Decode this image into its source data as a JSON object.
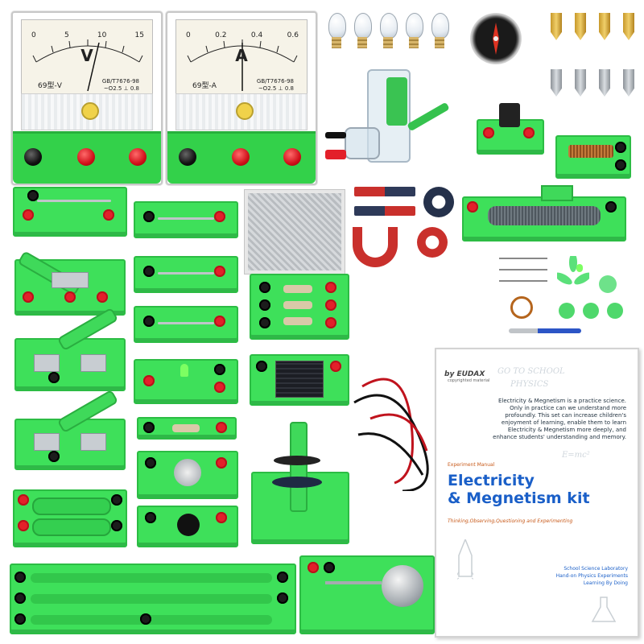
{
  "voltmeter": {
    "symbol": "V",
    "scale": [
      "0",
      "5",
      "10",
      "15"
    ],
    "type_label": "69型-V",
    "standard": "GB/T7676-98",
    "standard_sub": "~O2.5 ⊥ 0.8"
  },
  "ammeter": {
    "symbol": "A",
    "scale": [
      "0",
      "0.2",
      "0.4",
      "0.6"
    ],
    "type_label": "69型-A",
    "standard": "GB/T7676-98",
    "standard_sub": "~O2.5 ⊥ 0.8"
  },
  "manual": {
    "brand": "by EUDAX",
    "brand_sub": "copyrighted material",
    "intro": "Electricity & Megnetism is a practice science. Only in practice can we understand more profoundly. This set can increase children's enjoyment of learning, enable them to learn Electricity & Megnetism more deeply, and enhance students' understanding and memory.",
    "kicker": "Experiment Manual",
    "title_line1": "Electricity",
    "title_line2": "& Megnetism kit",
    "tagline": "Thinking,Observing,Questioning and Experimenting",
    "footer_line1": "School Science Laboratory",
    "footer_line2": "Hand-on Physics Experiments",
    "footer_line3": "Learning By Doing",
    "doodle1": "GO TO SCHOOL",
    "doodle2": "PHYSICS",
    "doodle3": "E=mc²"
  },
  "colors": {
    "board": "#3ee05a",
    "red_terminal": "#e3202a",
    "black_terminal": "#1c1c1c",
    "title_blue": "#1a5fc8"
  }
}
